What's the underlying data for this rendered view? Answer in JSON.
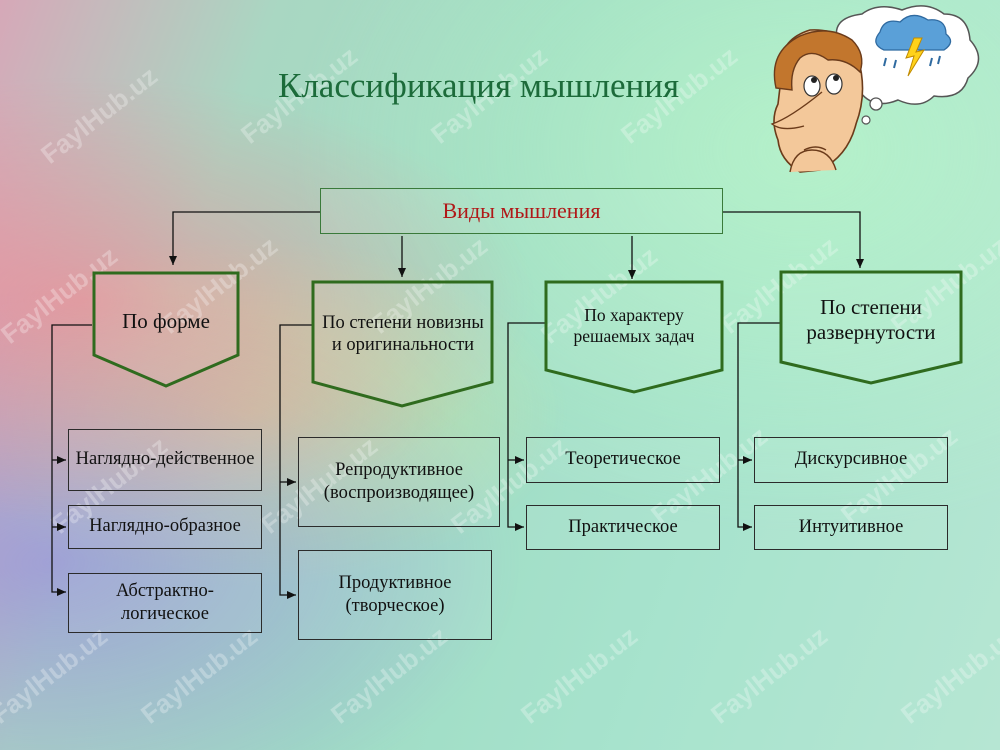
{
  "title": "Классификация мышления",
  "root": "Виды мышления",
  "categories": [
    {
      "label": "По форме",
      "items": [
        "Наглядно-действенное",
        "Наглядно-образное",
        "Абстрактно-логическое"
      ]
    },
    {
      "label": "По степени новизны и оригинальности",
      "items": [
        "Репродуктивное (воспроизводящее)",
        "Продуктивное (творческое)"
      ]
    },
    {
      "label": "По характеру решаемых задач",
      "items": [
        "Теоретическое",
        "Практическое"
      ]
    },
    {
      "label": "По степени развернутости",
      "items": [
        "Дискурсивное",
        "Интуитивное"
      ]
    }
  ],
  "watermark": "FaylHub.uz",
  "colors": {
    "title": "#1c6b3a",
    "root_text": "#b01818",
    "pentagon_border": "#2f6b1e"
  },
  "illustration": "thinking-man-with-storm-cloud"
}
